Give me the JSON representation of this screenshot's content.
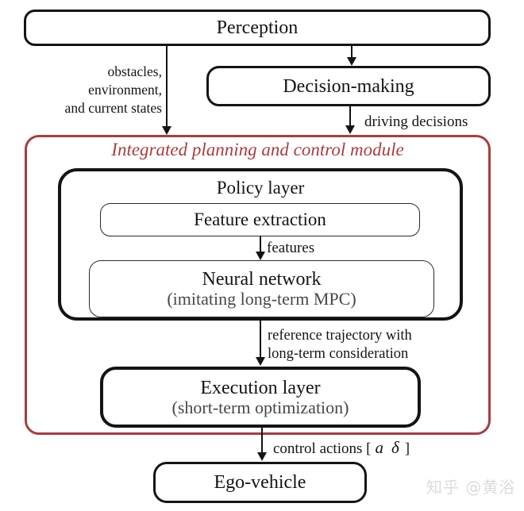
{
  "diagram": {
    "nodes": {
      "perception": {
        "label": "Perception"
      },
      "decision_making": {
        "label": "Decision-making"
      },
      "module": {
        "title": "Integrated planning and control module"
      },
      "policy_layer": {
        "title": "Policy layer"
      },
      "feature_extraction": {
        "label": "Feature extraction"
      },
      "neural_network": {
        "label": "Neural network",
        "sublabel": "(imitating long-term MPC)"
      },
      "execution_layer": {
        "label": "Execution layer",
        "sublabel": "(short-term optimization)"
      },
      "ego_vehicle": {
        "label": "Ego-vehicle"
      }
    },
    "edge_labels": {
      "perception_to_module": {
        "line1": "obstacles,",
        "line2": "environment,",
        "line3": "and current states"
      },
      "decision_to_module": {
        "label": "driving decisions"
      },
      "feature_to_neural": {
        "label": "features"
      },
      "policy_to_execution": {
        "line1": "reference trajectory with",
        "line2": "long-term consideration"
      },
      "execution_to_ego": {
        "prefix": "control actions [",
        "accel_symbol": "a",
        "steer_symbol": "δ",
        "suffix": "]"
      }
    },
    "colors": {
      "module_accent": "#a93c40",
      "box_border": "#141414",
      "sublabel_gray": "#474747",
      "watermark_gray": "#dbdbdb"
    },
    "watermark": {
      "text": "知乎 @黄浴"
    }
  }
}
